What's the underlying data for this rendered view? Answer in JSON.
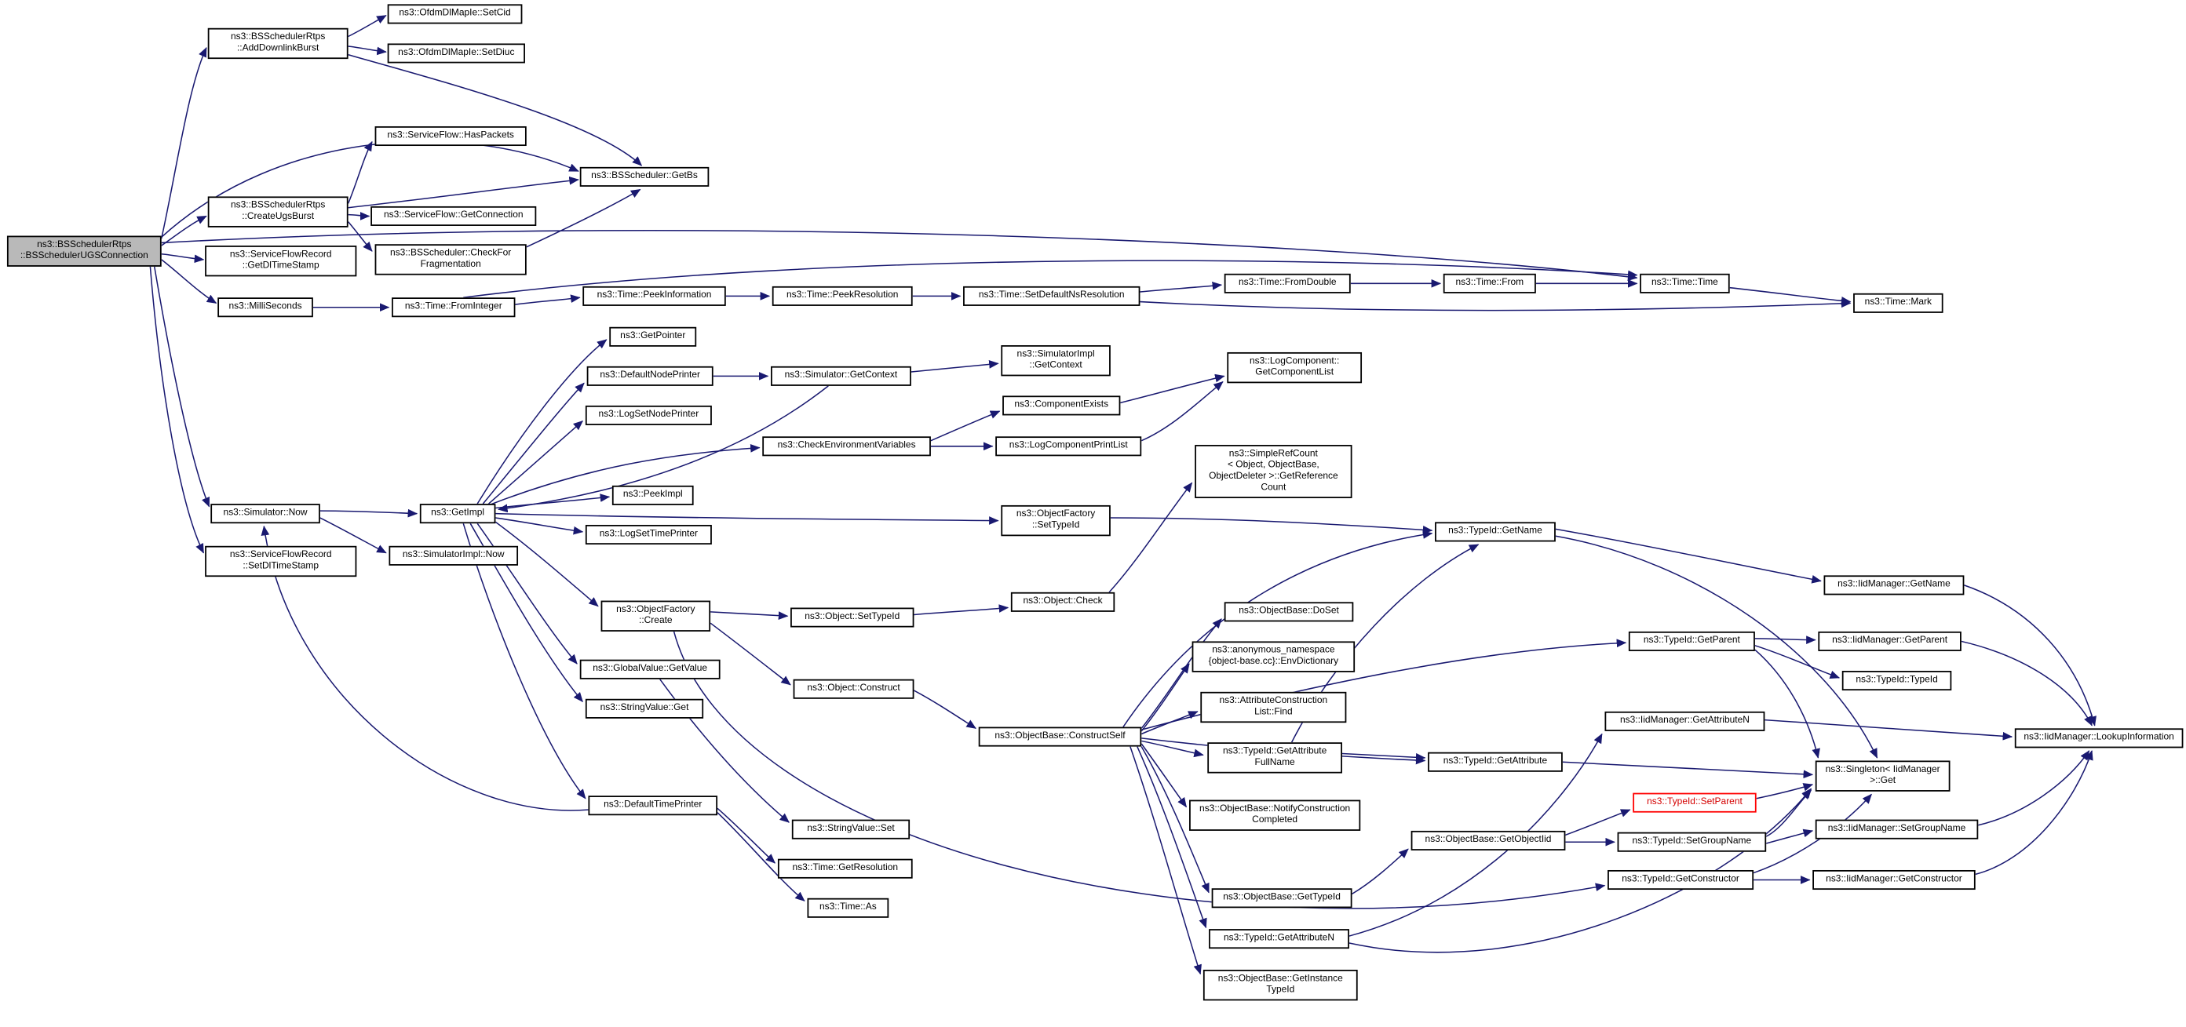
{
  "diagram": {
    "type": "doxygen-call-graph",
    "colors": {
      "edge": "#191970",
      "node_border": "#000000",
      "node_fill": "#ffffff",
      "highlight_fill": "#b9b9b9",
      "truncated_border": "#ff0000"
    }
  },
  "nodes": {
    "main": "ns3::BSSchedulerRtps\n::BSSchedulerUGSConnection",
    "add_downlink_burst": "ns3::BSSchedulerRtps\n::AddDownlinkBurst",
    "set_cid": "ns3::OfdmDlMapIe::SetCid",
    "set_diuc": "ns3::OfdmDlMapIe::SetDiuc",
    "has_packets": "ns3::ServiceFlow::HasPackets",
    "get_bs": "ns3::BSScheduler::GetBs",
    "create_ugs_burst": "ns3::BSSchedulerRtps\n::CreateUgsBurst",
    "get_connection": "ns3::ServiceFlow::GetConnection",
    "check_for_fragmentation": "ns3::BSScheduler::CheckFor\nFragmentation",
    "get_dl_time_stamp": "ns3::ServiceFlowRecord\n::GetDlTimeStamp",
    "milli_seconds": "ns3::MilliSeconds",
    "from_integer": "ns3::Time::FromInteger",
    "peek_information": "ns3::Time::PeekInformation",
    "peek_resolution": "ns3::Time::PeekResolution",
    "set_default_ns_resolution": "ns3::Time::SetDefaultNsResolution",
    "from_double": "ns3::Time::FromDouble",
    "time_from": "ns3::Time::From",
    "time_time": "ns3::Time::Time",
    "time_mark": "ns3::Time::Mark",
    "get_pointer": "ns3::GetPointer",
    "default_node_printer": "ns3::DefaultNodePrinter",
    "simulator_get_context": "ns3::Simulator::GetContext",
    "simulator_impl_get_context": "ns3::SimulatorImpl\n::GetContext",
    "log_set_node_printer": "ns3::LogSetNodePrinter",
    "component_exists": "ns3::ComponentExists",
    "check_environment_variables": "ns3::CheckEnvironmentVariables",
    "log_component_print_list": "ns3::LogComponentPrintList",
    "get_component_list": "ns3::LogComponent::\nGetComponentList",
    "peek_impl": "ns3::PeekImpl",
    "log_set_time_printer": "ns3::LogSetTimePrinter",
    "get_impl": "ns3::GetImpl",
    "simulator_impl_now": "ns3::SimulatorImpl::Now",
    "simulator_now": "ns3::Simulator::Now",
    "set_dl_time_stamp": "ns3::ServiceFlowRecord\n::SetDlTimeStamp",
    "object_factory_set_type_id": "ns3::ObjectFactory\n::SetTypeId",
    "object_check": "ns3::Object::Check",
    "get_reference_count": "ns3::SimpleRefCount\n< Object, ObjectBase,\nObjectDeleter >::GetReference\nCount",
    "type_id_get_name": "ns3::TypeId::GetName",
    "object_factory_create": "ns3::ObjectFactory\n::Create",
    "object_set_type_id": "ns3::Object::SetTypeId",
    "global_value_get_value": "ns3::GlobalValue::GetValue",
    "string_value_get": "ns3::StringValue::Get",
    "object_construct": "ns3::Object::Construct",
    "construct_self": "ns3::ObjectBase::ConstructSelf",
    "do_set": "ns3::ObjectBase::DoSet",
    "env_dictionary": "ns3::anonymous_namespace\n{object-base.cc}::EnvDictionary",
    "attribute_construction_list_find": "ns3::AttributeConstruction\nList::Find",
    "get_attribute_full_name": "ns3::TypeId::GetAttribute\nFullName",
    "notify_construction_completed": "ns3::ObjectBase::NotifyConstruction\nCompleted",
    "object_base_get_type_id": "ns3::ObjectBase::GetTypeId",
    "type_id_get_attribute_n": "ns3::TypeId::GetAttributeN",
    "get_instance_type_id": "ns3::ObjectBase::GetInstance\nTypeId",
    "type_id_get_attribute": "ns3::TypeId::GetAttribute",
    "get_object_iid": "ns3::ObjectBase::GetObjectIid",
    "iid_get_attribute_n": "ns3::IidManager::GetAttributeN",
    "singleton_get": "ns3::Singleton< IidManager\n>::Get",
    "set_parent": "ns3::TypeId::SetParent",
    "set_group_name": "ns3::TypeId::SetGroupName",
    "type_id_get_constructor": "ns3::TypeId::GetConstructor",
    "type_id_get_parent": "ns3::TypeId::GetParent",
    "iid_get_name": "ns3::IidManager::GetName",
    "iid_get_parent": "ns3::IidManager::GetParent",
    "type_id_type_id": "ns3::TypeId::TypeId",
    "iid_set_group_name": "ns3::IidManager::SetGroupName",
    "iid_get_constructor": "ns3::IidManager::GetConstructor",
    "lookup_information": "ns3::IidManager::LookupInformation",
    "default_time_printer": "ns3::DefaultTimePrinter",
    "string_value_set": "ns3::StringValue::Set",
    "get_resolution": "ns3::Time::GetResolution",
    "time_as": "ns3::Time::As"
  },
  "edges": [
    {
      "from": "main",
      "to": "add_downlink_burst"
    },
    {
      "from": "main",
      "to": "create_ugs_burst"
    },
    {
      "from": "main",
      "to": "get_dl_time_stamp"
    },
    {
      "from": "main",
      "to": "milli_seconds"
    },
    {
      "from": "main",
      "to": "simulator_now"
    },
    {
      "from": "main",
      "to": "set_dl_time_stamp"
    },
    {
      "from": "main",
      "to": "get_bs"
    },
    {
      "from": "main",
      "to": "time_time"
    },
    {
      "from": "add_downlink_burst",
      "to": "set_cid"
    },
    {
      "from": "add_downlink_burst",
      "to": "set_diuc"
    },
    {
      "from": "add_downlink_burst",
      "to": "get_bs"
    },
    {
      "from": "create_ugs_burst",
      "to": "has_packets"
    },
    {
      "from": "create_ugs_burst",
      "to": "get_bs"
    },
    {
      "from": "create_ugs_burst",
      "to": "get_connection"
    },
    {
      "from": "create_ugs_burst",
      "to": "check_for_fragmentation"
    },
    {
      "from": "check_for_fragmentation",
      "to": "get_bs"
    },
    {
      "from": "milli_seconds",
      "to": "from_integer"
    },
    {
      "from": "from_integer",
      "to": "peek_information"
    },
    {
      "from": "from_integer",
      "to": "time_time"
    },
    {
      "from": "peek_information",
      "to": "peek_resolution"
    },
    {
      "from": "peek_resolution",
      "to": "set_default_ns_resolution"
    },
    {
      "from": "set_default_ns_resolution",
      "to": "from_double"
    },
    {
      "from": "set_default_ns_resolution",
      "to": "time_mark"
    },
    {
      "from": "from_double",
      "to": "time_from"
    },
    {
      "from": "time_from",
      "to": "time_time"
    },
    {
      "from": "time_time",
      "to": "time_mark"
    },
    {
      "from": "simulator_now",
      "to": "get_impl"
    },
    {
      "from": "simulator_now",
      "to": "simulator_impl_now"
    },
    {
      "from": "get_impl",
      "to": "get_pointer"
    },
    {
      "from": "get_impl",
      "to": "default_node_printer"
    },
    {
      "from": "get_impl",
      "to": "log_set_node_printer"
    },
    {
      "from": "get_impl",
      "to": "peek_impl"
    },
    {
      "from": "get_impl",
      "to": "log_set_time_printer"
    },
    {
      "from": "get_impl",
      "to": "object_factory_create"
    },
    {
      "from": "get_impl",
      "to": "global_value_get_value"
    },
    {
      "from": "get_impl",
      "to": "string_value_get"
    },
    {
      "from": "get_impl",
      "to": "default_time_printer"
    },
    {
      "from": "get_impl",
      "to": "object_factory_set_type_id"
    },
    {
      "from": "get_impl",
      "to": "check_environment_variables"
    },
    {
      "from": "object_factory_create",
      "to": "object_set_type_id"
    },
    {
      "from": "object_factory_create",
      "to": "object_construct"
    },
    {
      "from": "object_factory_create",
      "to": "type_id_get_constructor"
    },
    {
      "from": "object_set_type_id",
      "to": "object_check"
    },
    {
      "from": "object_check",
      "to": "get_reference_count"
    },
    {
      "from": "object_construct",
      "to": "construct_self"
    },
    {
      "from": "construct_self",
      "to": "do_set"
    },
    {
      "from": "construct_self",
      "to": "env_dictionary"
    },
    {
      "from": "construct_self",
      "to": "attribute_construction_list_find"
    },
    {
      "from": "construct_self",
      "to": "get_attribute_full_name"
    },
    {
      "from": "construct_self",
      "to": "notify_construction_completed"
    },
    {
      "from": "construct_self",
      "to": "object_base_get_type_id"
    },
    {
      "from": "construct_self",
      "to": "type_id_get_attribute_n"
    },
    {
      "from": "construct_self",
      "to": "get_instance_type_id"
    },
    {
      "from": "construct_self",
      "to": "type_id_get_attribute"
    },
    {
      "from": "construct_self",
      "to": "type_id_get_name"
    },
    {
      "from": "construct_self",
      "to": "type_id_get_parent"
    },
    {
      "from": "get_attribute_full_name",
      "to": "type_id_get_attribute"
    },
    {
      "from": "get_attribute_full_name",
      "to": "type_id_get_name"
    },
    {
      "from": "type_id_get_attribute",
      "to": "singleton_get"
    },
    {
      "from": "type_id_get_attribute_n",
      "to": "iid_get_attribute_n"
    },
    {
      "from": "type_id_get_attribute_n",
      "to": "singleton_get"
    },
    {
      "from": "type_id_get_name",
      "to": "iid_get_name"
    },
    {
      "from": "type_id_get_name",
      "to": "singleton_get"
    },
    {
      "from": "iid_get_name",
      "to": "lookup_information"
    },
    {
      "from": "type_id_get_parent",
      "to": "iid_get_parent"
    },
    {
      "from": "type_id_get_parent",
      "to": "type_id_type_id"
    },
    {
      "from": "type_id_get_parent",
      "to": "singleton_get"
    },
    {
      "from": "iid_get_parent",
      "to": "lookup_information"
    },
    {
      "from": "object_base_get_type_id",
      "to": "get_object_iid"
    },
    {
      "from": "get_object_iid",
      "to": "set_parent"
    },
    {
      "from": "get_object_iid",
      "to": "set_group_name"
    },
    {
      "from": "set_parent",
      "to": "singleton_get"
    },
    {
      "from": "set_group_name",
      "to": "singleton_get"
    },
    {
      "from": "set_group_name",
      "to": "iid_set_group_name"
    },
    {
      "from": "iid_set_group_name",
      "to": "lookup_information"
    },
    {
      "from": "type_id_get_constructor",
      "to": "singleton_get"
    },
    {
      "from": "type_id_get_constructor",
      "to": "iid_get_constructor"
    },
    {
      "from": "iid_get_constructor",
      "to": "lookup_information"
    },
    {
      "from": "iid_get_attribute_n",
      "to": "lookup_information"
    },
    {
      "from": "default_node_printer",
      "to": "simulator_get_context"
    },
    {
      "from": "simulator_get_context",
      "to": "simulator_impl_get_context"
    },
    {
      "from": "simulator_get_context",
      "to": "get_impl"
    },
    {
      "from": "check_environment_variables",
      "to": "component_exists"
    },
    {
      "from": "check_environment_variables",
      "to": "log_component_print_list"
    },
    {
      "from": "component_exists",
      "to": "get_component_list"
    },
    {
      "from": "log_component_print_list",
      "to": "get_component_list"
    },
    {
      "from": "default_time_printer",
      "to": "simulator_now"
    },
    {
      "from": "default_time_printer",
      "to": "get_resolution"
    },
    {
      "from": "default_time_printer",
      "to": "time_as"
    },
    {
      "from": "global_value_get_value",
      "to": "string_value_set"
    },
    {
      "from": "object_factory_set_type_id",
      "to": "type_id_get_name"
    }
  ]
}
